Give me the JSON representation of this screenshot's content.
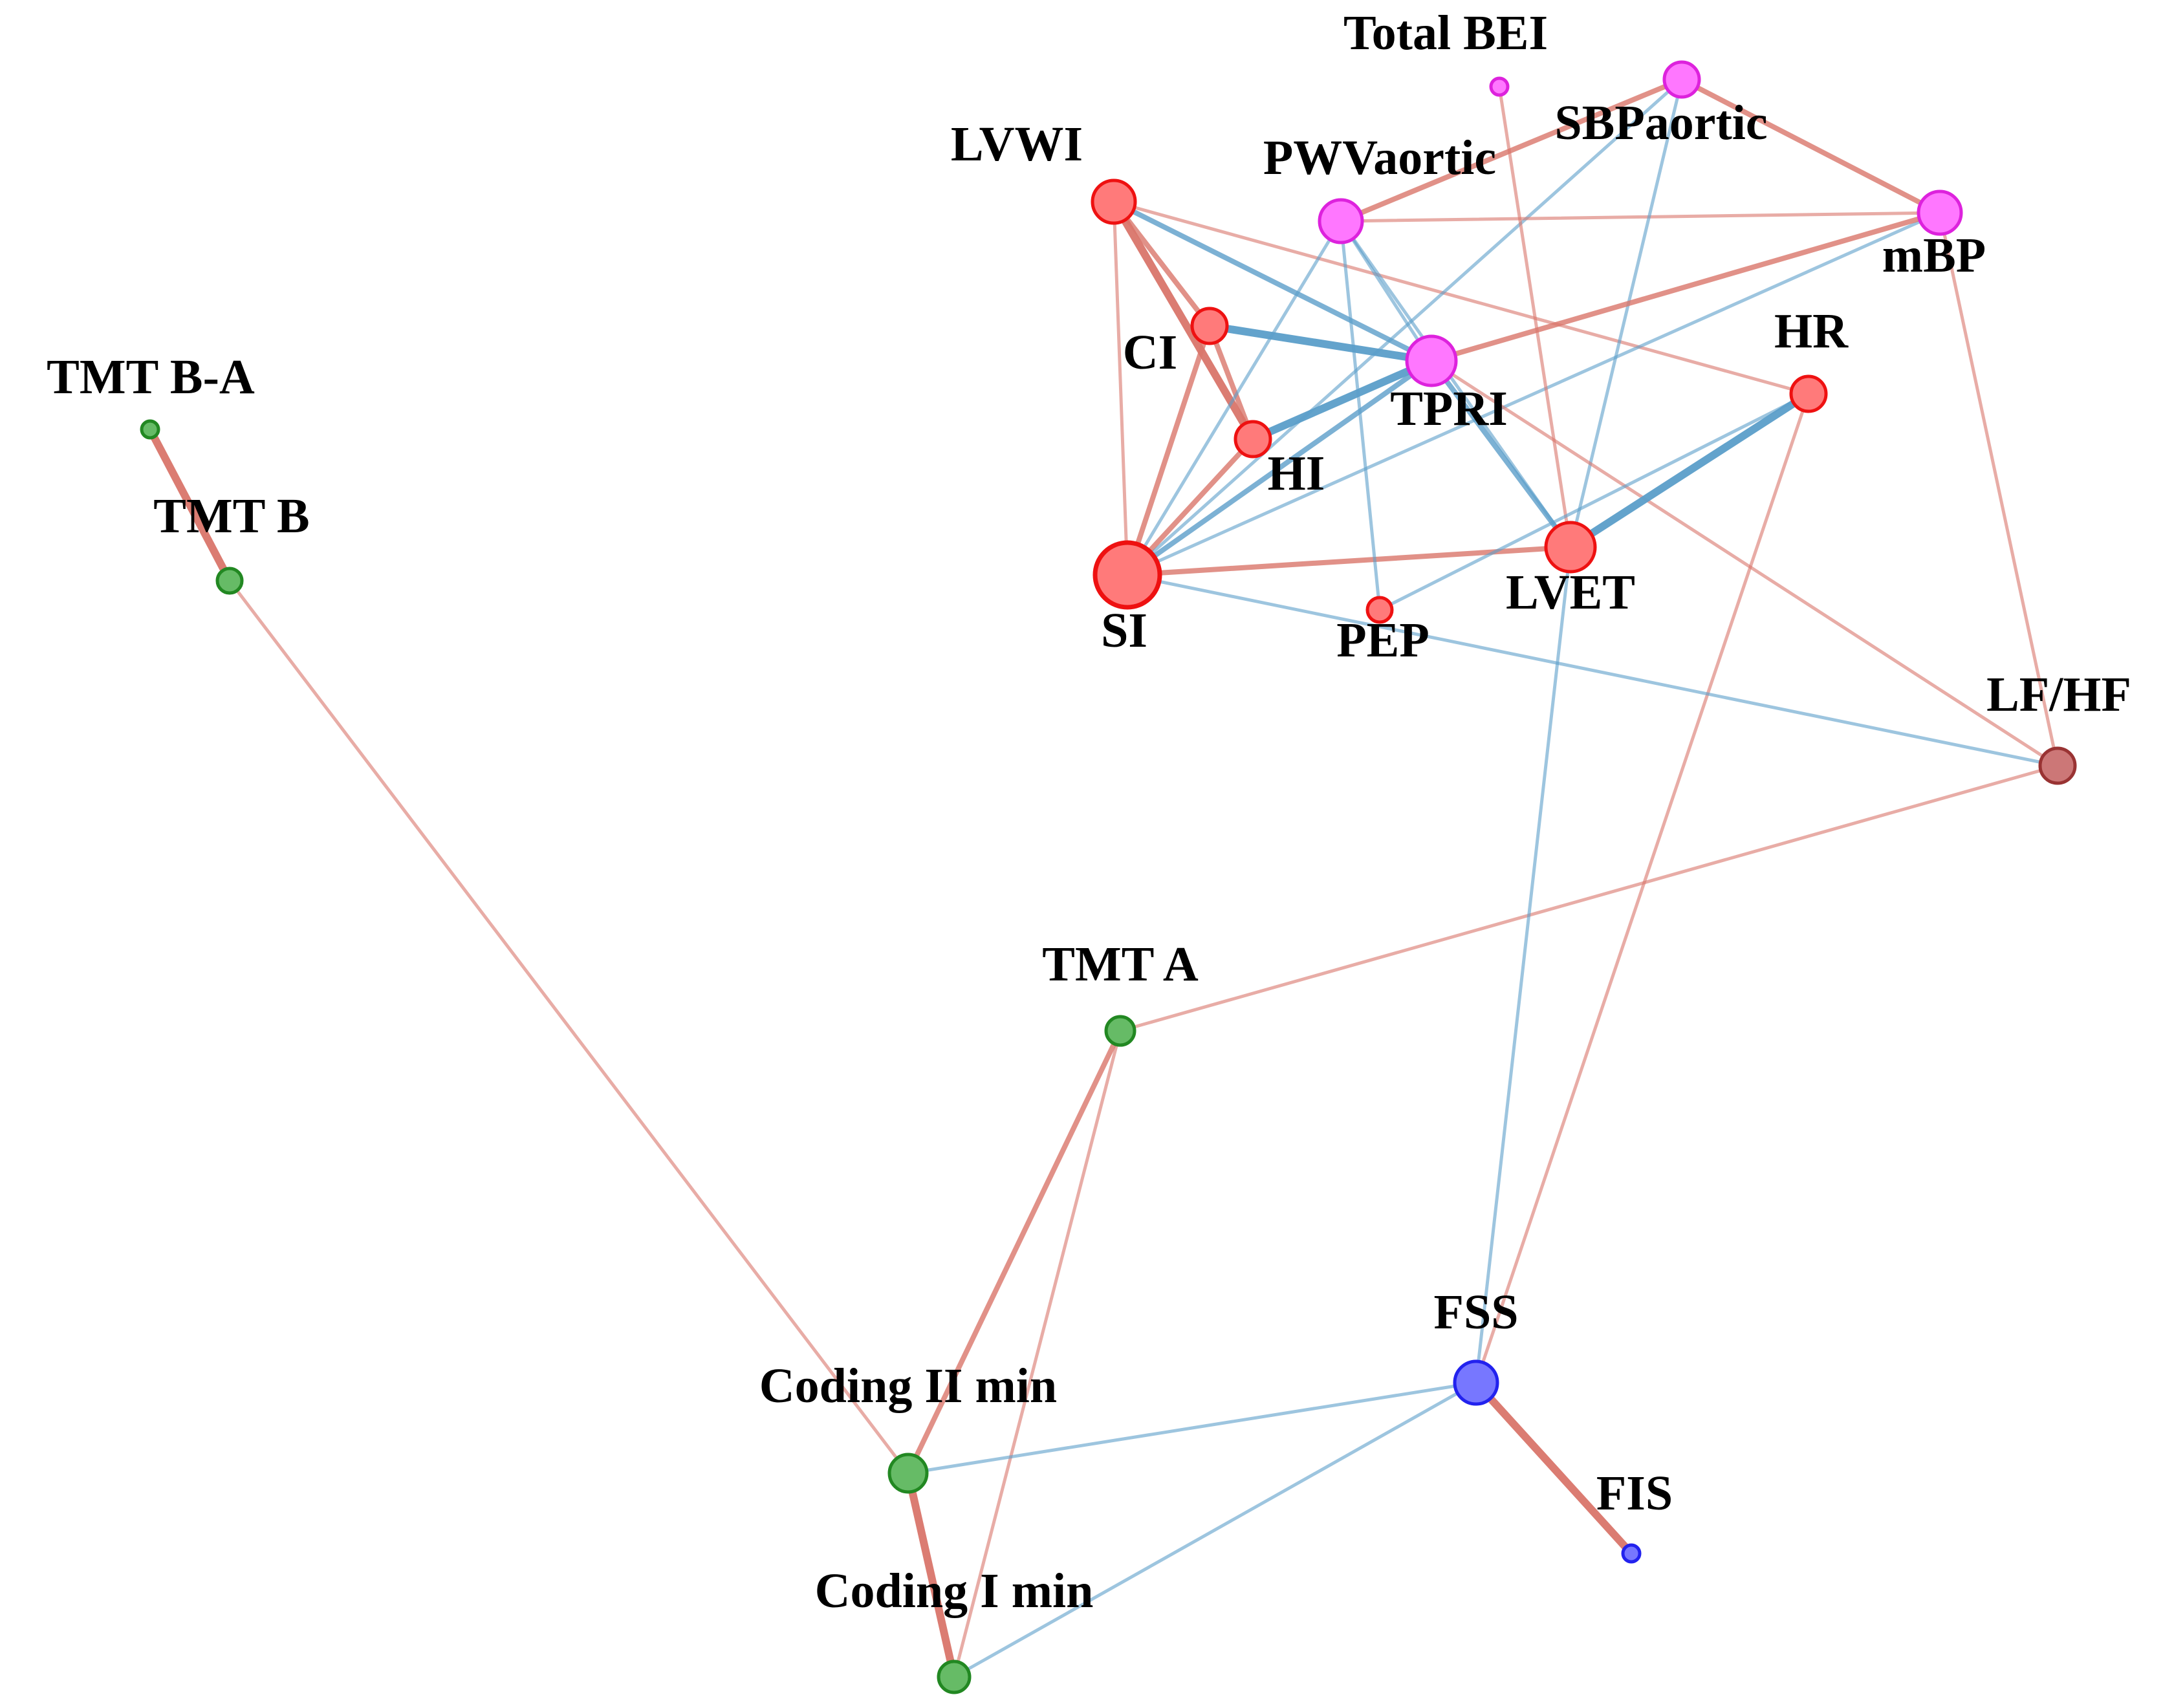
{
  "colors": {
    "positive_edge": "#d9756a",
    "negative_edge": "#5b9ec9",
    "cardio_fill": "#ff7a7a",
    "cardio_stroke": "#ee1111",
    "pressure_fill": "#ff77ff",
    "pressure_stroke": "#dd22dd",
    "autonomic_fill": "#cc7777",
    "autonomic_stroke": "#993333",
    "cognitive_fill": "#66bb66",
    "cognitive_stroke": "#228822",
    "fatigue_fill": "#7777ff",
    "fatigue_stroke": "#2222ee"
  },
  "nodes": [
    {
      "id": "total_bei",
      "label": "Total BEI",
      "group": "pressure"
    },
    {
      "id": "sbpaortic",
      "label": "SBPaortic",
      "group": "pressure"
    },
    {
      "id": "lvwi",
      "label": "LVWI",
      "group": "cardio"
    },
    {
      "id": "pwvaortic",
      "label": "PWVaortic",
      "group": "pressure"
    },
    {
      "id": "mbp",
      "label": "mBP",
      "group": "pressure"
    },
    {
      "id": "ci",
      "label": "CI",
      "group": "cardio"
    },
    {
      "id": "tpri",
      "label": "TPRI",
      "group": "pressure"
    },
    {
      "id": "hr",
      "label": "HR",
      "group": "cardio"
    },
    {
      "id": "hi",
      "label": "HI",
      "group": "cardio"
    },
    {
      "id": "si",
      "label": "SI",
      "group": "cardio"
    },
    {
      "id": "pep",
      "label": "PEP",
      "group": "cardio"
    },
    {
      "id": "lvet",
      "label": "LVET",
      "group": "cardio"
    },
    {
      "id": "lfhf",
      "label": "LF/HF",
      "group": "autonomic"
    },
    {
      "id": "tmt_ba",
      "label": "TMT B-A",
      "group": "cognitive"
    },
    {
      "id": "tmt_b",
      "label": "TMT B",
      "group": "cognitive"
    },
    {
      "id": "tmt_a",
      "label": "TMT A",
      "group": "cognitive"
    },
    {
      "id": "coding2",
      "label": "Coding II min",
      "group": "cognitive"
    },
    {
      "id": "coding1",
      "label": "Coding I min",
      "group": "cognitive"
    },
    {
      "id": "fss",
      "label": "FSS",
      "group": "fatigue"
    },
    {
      "id": "fis",
      "label": "FIS",
      "group": "fatigue"
    }
  ],
  "edges": [
    {
      "source": "tmt_ba",
      "target": "tmt_b",
      "sign": "positive",
      "strength": 3
    },
    {
      "source": "tmt_b",
      "target": "coding2",
      "sign": "positive",
      "strength": 1
    },
    {
      "source": "coding2",
      "target": "tmt_a",
      "sign": "positive",
      "strength": 2
    },
    {
      "source": "coding1",
      "target": "tmt_a",
      "sign": "positive",
      "strength": 1
    },
    {
      "source": "coding2",
      "target": "coding1",
      "sign": "positive",
      "strength": 3
    },
    {
      "source": "coding2",
      "target": "fss",
      "sign": "negative",
      "strength": 1
    },
    {
      "source": "coding1",
      "target": "fss",
      "sign": "negative",
      "strength": 1
    },
    {
      "source": "fss",
      "target": "fis",
      "sign": "positive",
      "strength": 3
    },
    {
      "source": "tmt_a",
      "target": "lfhf",
      "sign": "positive",
      "strength": 1
    },
    {
      "source": "fss",
      "target": "lvet",
      "sign": "negative",
      "strength": 1
    },
    {
      "source": "fss",
      "target": "hr",
      "sign": "positive",
      "strength": 1
    },
    {
      "source": "lvwi",
      "target": "ci",
      "sign": "positive",
      "strength": 2
    },
    {
      "source": "lvwi",
      "target": "hi",
      "sign": "positive",
      "strength": 3
    },
    {
      "source": "lvwi",
      "target": "si",
      "sign": "positive",
      "strength": 1
    },
    {
      "source": "lvwi",
      "target": "tpri",
      "sign": "negative",
      "strength": 2
    },
    {
      "source": "lvwi",
      "target": "hr",
      "sign": "positive",
      "strength": 1
    },
    {
      "source": "ci",
      "target": "tpri",
      "sign": "negative",
      "strength": 3
    },
    {
      "source": "ci",
      "target": "hi",
      "sign": "positive",
      "strength": 2
    },
    {
      "source": "ci",
      "target": "si",
      "sign": "positive",
      "strength": 2
    },
    {
      "source": "hi",
      "target": "tpri",
      "sign": "negative",
      "strength": 3
    },
    {
      "source": "hi",
      "target": "si",
      "sign": "positive",
      "strength": 2
    },
    {
      "source": "si",
      "target": "tpri",
      "sign": "negative",
      "strength": 2
    },
    {
      "source": "si",
      "target": "lvet",
      "sign": "positive",
      "strength": 2
    },
    {
      "source": "si",
      "target": "lfhf",
      "sign": "negative",
      "strength": 1
    },
    {
      "source": "si",
      "target": "pwvaortic",
      "sign": "negative",
      "strength": 1
    },
    {
      "source": "si",
      "target": "sbpaortic",
      "sign": "negative",
      "strength": 1
    },
    {
      "source": "si",
      "target": "mbp",
      "sign": "negative",
      "strength": 1
    },
    {
      "source": "pwvaortic",
      "target": "tpri",
      "sign": "negative",
      "strength": 1
    },
    {
      "source": "pwvaortic",
      "target": "pep",
      "sign": "negative",
      "strength": 1
    },
    {
      "source": "pwvaortic",
      "target": "lvet",
      "sign": "negative",
      "strength": 1
    },
    {
      "source": "pwvaortic",
      "target": "mbp",
      "sign": "positive",
      "strength": 1
    },
    {
      "source": "pwvaortic",
      "target": "sbpaortic",
      "sign": "positive",
      "strength": 2
    },
    {
      "source": "sbpaortic",
      "target": "mbp",
      "sign": "positive",
      "strength": 2
    },
    {
      "source": "sbpaortic",
      "target": "lvet",
      "sign": "negative",
      "strength": 1
    },
    {
      "source": "total_bei",
      "target": "lvet",
      "sign": "positive",
      "strength": 1
    },
    {
      "source": "tpri",
      "target": "mbp",
      "sign": "positive",
      "strength": 2
    },
    {
      "source": "tpri",
      "target": "lvet",
      "sign": "negative",
      "strength": 2
    },
    {
      "source": "tpri",
      "target": "lfhf",
      "sign": "positive",
      "strength": 1
    },
    {
      "source": "hr",
      "target": "lvet",
      "sign": "negative",
      "strength": 3
    },
    {
      "source": "hr",
      "target": "pep",
      "sign": "negative",
      "strength": 1
    },
    {
      "source": "mbp",
      "target": "lfhf",
      "sign": "positive",
      "strength": 1
    }
  ]
}
